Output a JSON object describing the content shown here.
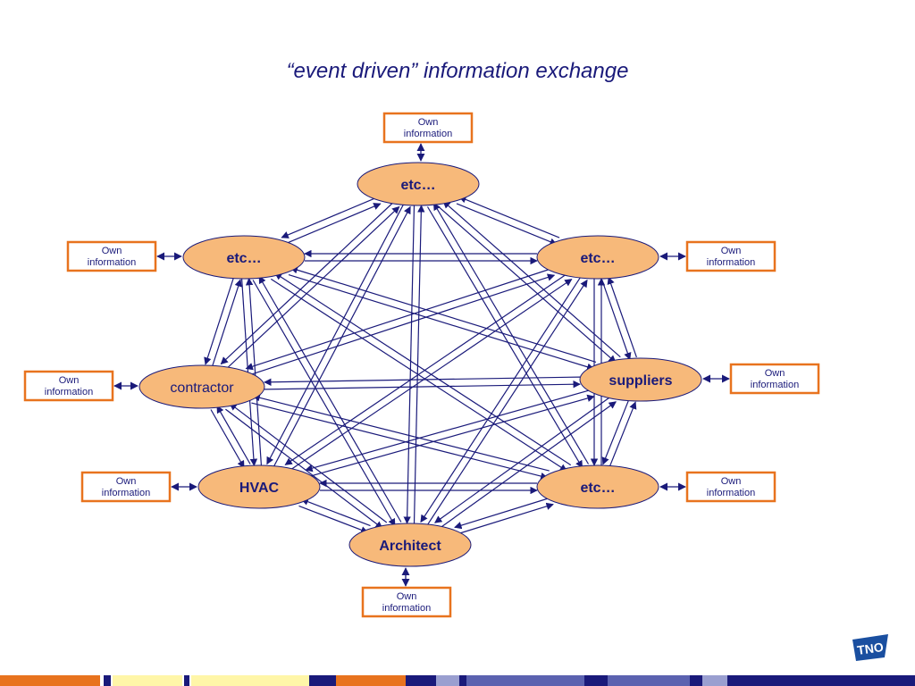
{
  "title": "“event driven” information exchange",
  "own_box_text": [
    "Own",
    "information"
  ],
  "nodes": [
    {
      "id": "top",
      "label": "etc…"
    },
    {
      "id": "upper-left",
      "label": "etc…"
    },
    {
      "id": "upper-right",
      "label": "etc…"
    },
    {
      "id": "contractor",
      "label": "contractor"
    },
    {
      "id": "suppliers",
      "label": "suppliers"
    },
    {
      "id": "hvac",
      "label": "HVAC"
    },
    {
      "id": "lower-right",
      "label": "etc…"
    },
    {
      "id": "architect",
      "label": "Architect"
    }
  ],
  "colors": {
    "node_fill": "#f7b97a",
    "node_stroke": "#1a1a7a",
    "box_stroke": "#e8731e",
    "arrow": "#1a1a7a",
    "text": "#1a1a7a"
  },
  "logo": {
    "name": "TNO",
    "text": "TNO"
  }
}
